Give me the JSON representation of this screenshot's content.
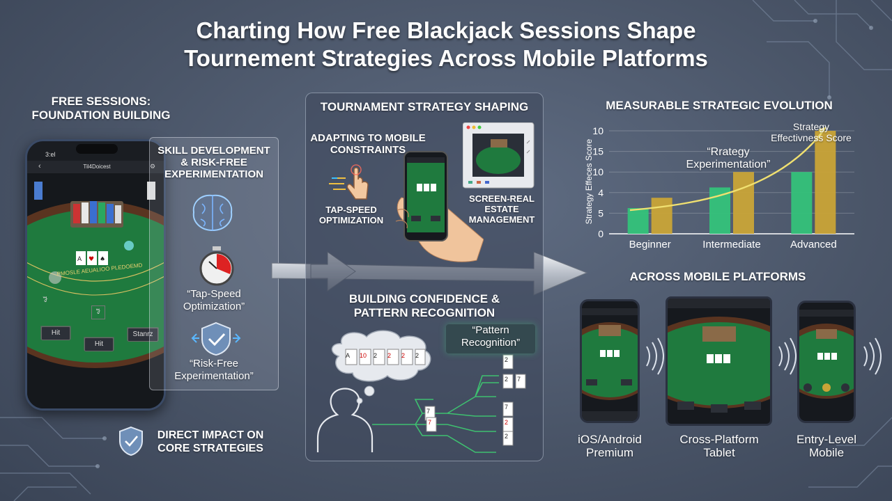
{
  "title": {
    "line1": "Charting How Free Blackjack Sessions Shape",
    "line2": "Tournement Strategies Across Mobile Platforms"
  },
  "left": {
    "header_line1": "FREE SESSIONS:",
    "header_line2": "FOUNDATION BUILDING",
    "phone": {
      "status_time": "3:el",
      "app_title": "Til4Doicest",
      "table_text": "PMOSLE AEUALIOO PLEDOEMD",
      "buttons": [
        "Hit",
        "Hit",
        "Stanrz"
      ],
      "action_icon_left": "ꗌ",
      "action_icon_mid": "ꗌ"
    },
    "glass": {
      "header_line1": "SKILL DEVELOPMENT",
      "header_line2": "& RISK-FREE",
      "header_line3": "EXPERIMENTATION",
      "tap_line1": "“Tap-Speed",
      "tap_line2": "Optimization”",
      "risk_line1": "“Risk-Free",
      "risk_line2": "Experimentation”"
    },
    "impact_line1": "DIRECT IMPACT ON",
    "impact_line2": "CORE STRATEGIES"
  },
  "center": {
    "header": "TOURNAMENT STRATEGY SHAPING",
    "adapt_line1": "ADAPTING TO MOBILE",
    "adapt_line2": "CONSTRAINTS",
    "tap_line1": "TAP-SPEED",
    "tap_line2": "OPTIMIZATION",
    "screen_line1": "SCREEN-REAL",
    "screen_line2": "ESTATE",
    "screen_line3": "MANAGEMENT",
    "build_line1": "BUILDING CONFIDENCE &",
    "build_line2": "PATTERN RECOGNITION",
    "pattern_line1": "“Pattern",
    "pattern_line2": "Recognition”"
  },
  "chart_data": {
    "type": "bar",
    "title": "MEASURABLE STRATEGIC EVOLUTION",
    "ylabel": "Strategy Effeces Score",
    "categories": [
      "Beginner",
      "Intermediate",
      "Advanced"
    ],
    "series": [
      {
        "values": [
          5,
          9,
          12
        ]
      },
      {
        "values": [
          7,
          12,
          20
        ]
      }
    ],
    "ytick_labels": [
      "0",
      "5",
      "4",
      "10",
      "15",
      "10"
    ],
    "annotation_line1": "“Rrategy",
    "annotation_line2": "Experimentation”",
    "trend_label_line1": "Strategy",
    "trend_label_line2": "Effectivness Score",
    "grid": true,
    "colors": {
      "series1": "#34c27a",
      "series2": "#c9a437",
      "trend": "#f0e070"
    }
  },
  "platforms": {
    "header": "ACROSS MOBILE PLATFORMS",
    "devices": [
      {
        "line1": "iOS/Android",
        "line2": "Premium"
      },
      {
        "line1": "Cross-Platform",
        "line2": "Tablet"
      },
      {
        "line1": "Entry-Level",
        "line2": "Mobile"
      }
    ]
  },
  "cards": {
    "thought": [
      "A",
      "10",
      "2",
      "2",
      "2",
      "2"
    ],
    "tree": [
      "7",
      "7",
      "2",
      "2",
      "7",
      "7",
      "2",
      "2"
    ]
  },
  "colors": {
    "felt": "#1f7a3e",
    "rail": "#5a3420",
    "accent_gold": "#d8b040"
  }
}
